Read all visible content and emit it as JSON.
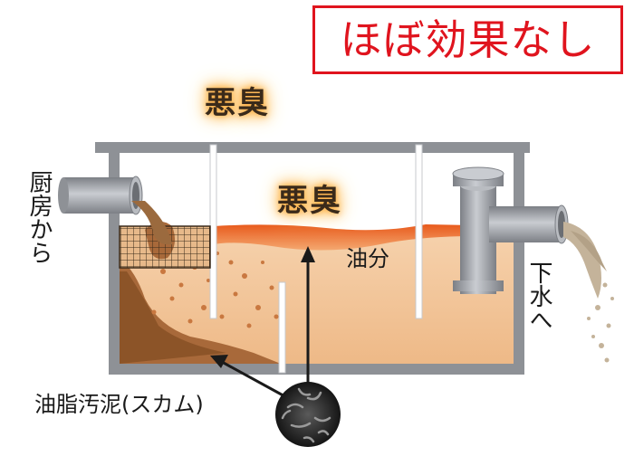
{
  "badge": {
    "text": "ほぼ効果なし",
    "color": "#e0141e"
  },
  "smell_labels": [
    "悪臭",
    "悪臭"
  ],
  "labels": {
    "inlet": "厨房から",
    "outlet": "下水へ",
    "oil": "油分",
    "sludge": "油脂汚泥(スカム)"
  },
  "colors": {
    "tank_wall": "#8e9196",
    "liquid": "#f2c49a",
    "oil_layer": "#e8692a",
    "sludge": "#a8693a",
    "pipe": "#9a9da3",
    "arrow": "#1a1a1a"
  }
}
